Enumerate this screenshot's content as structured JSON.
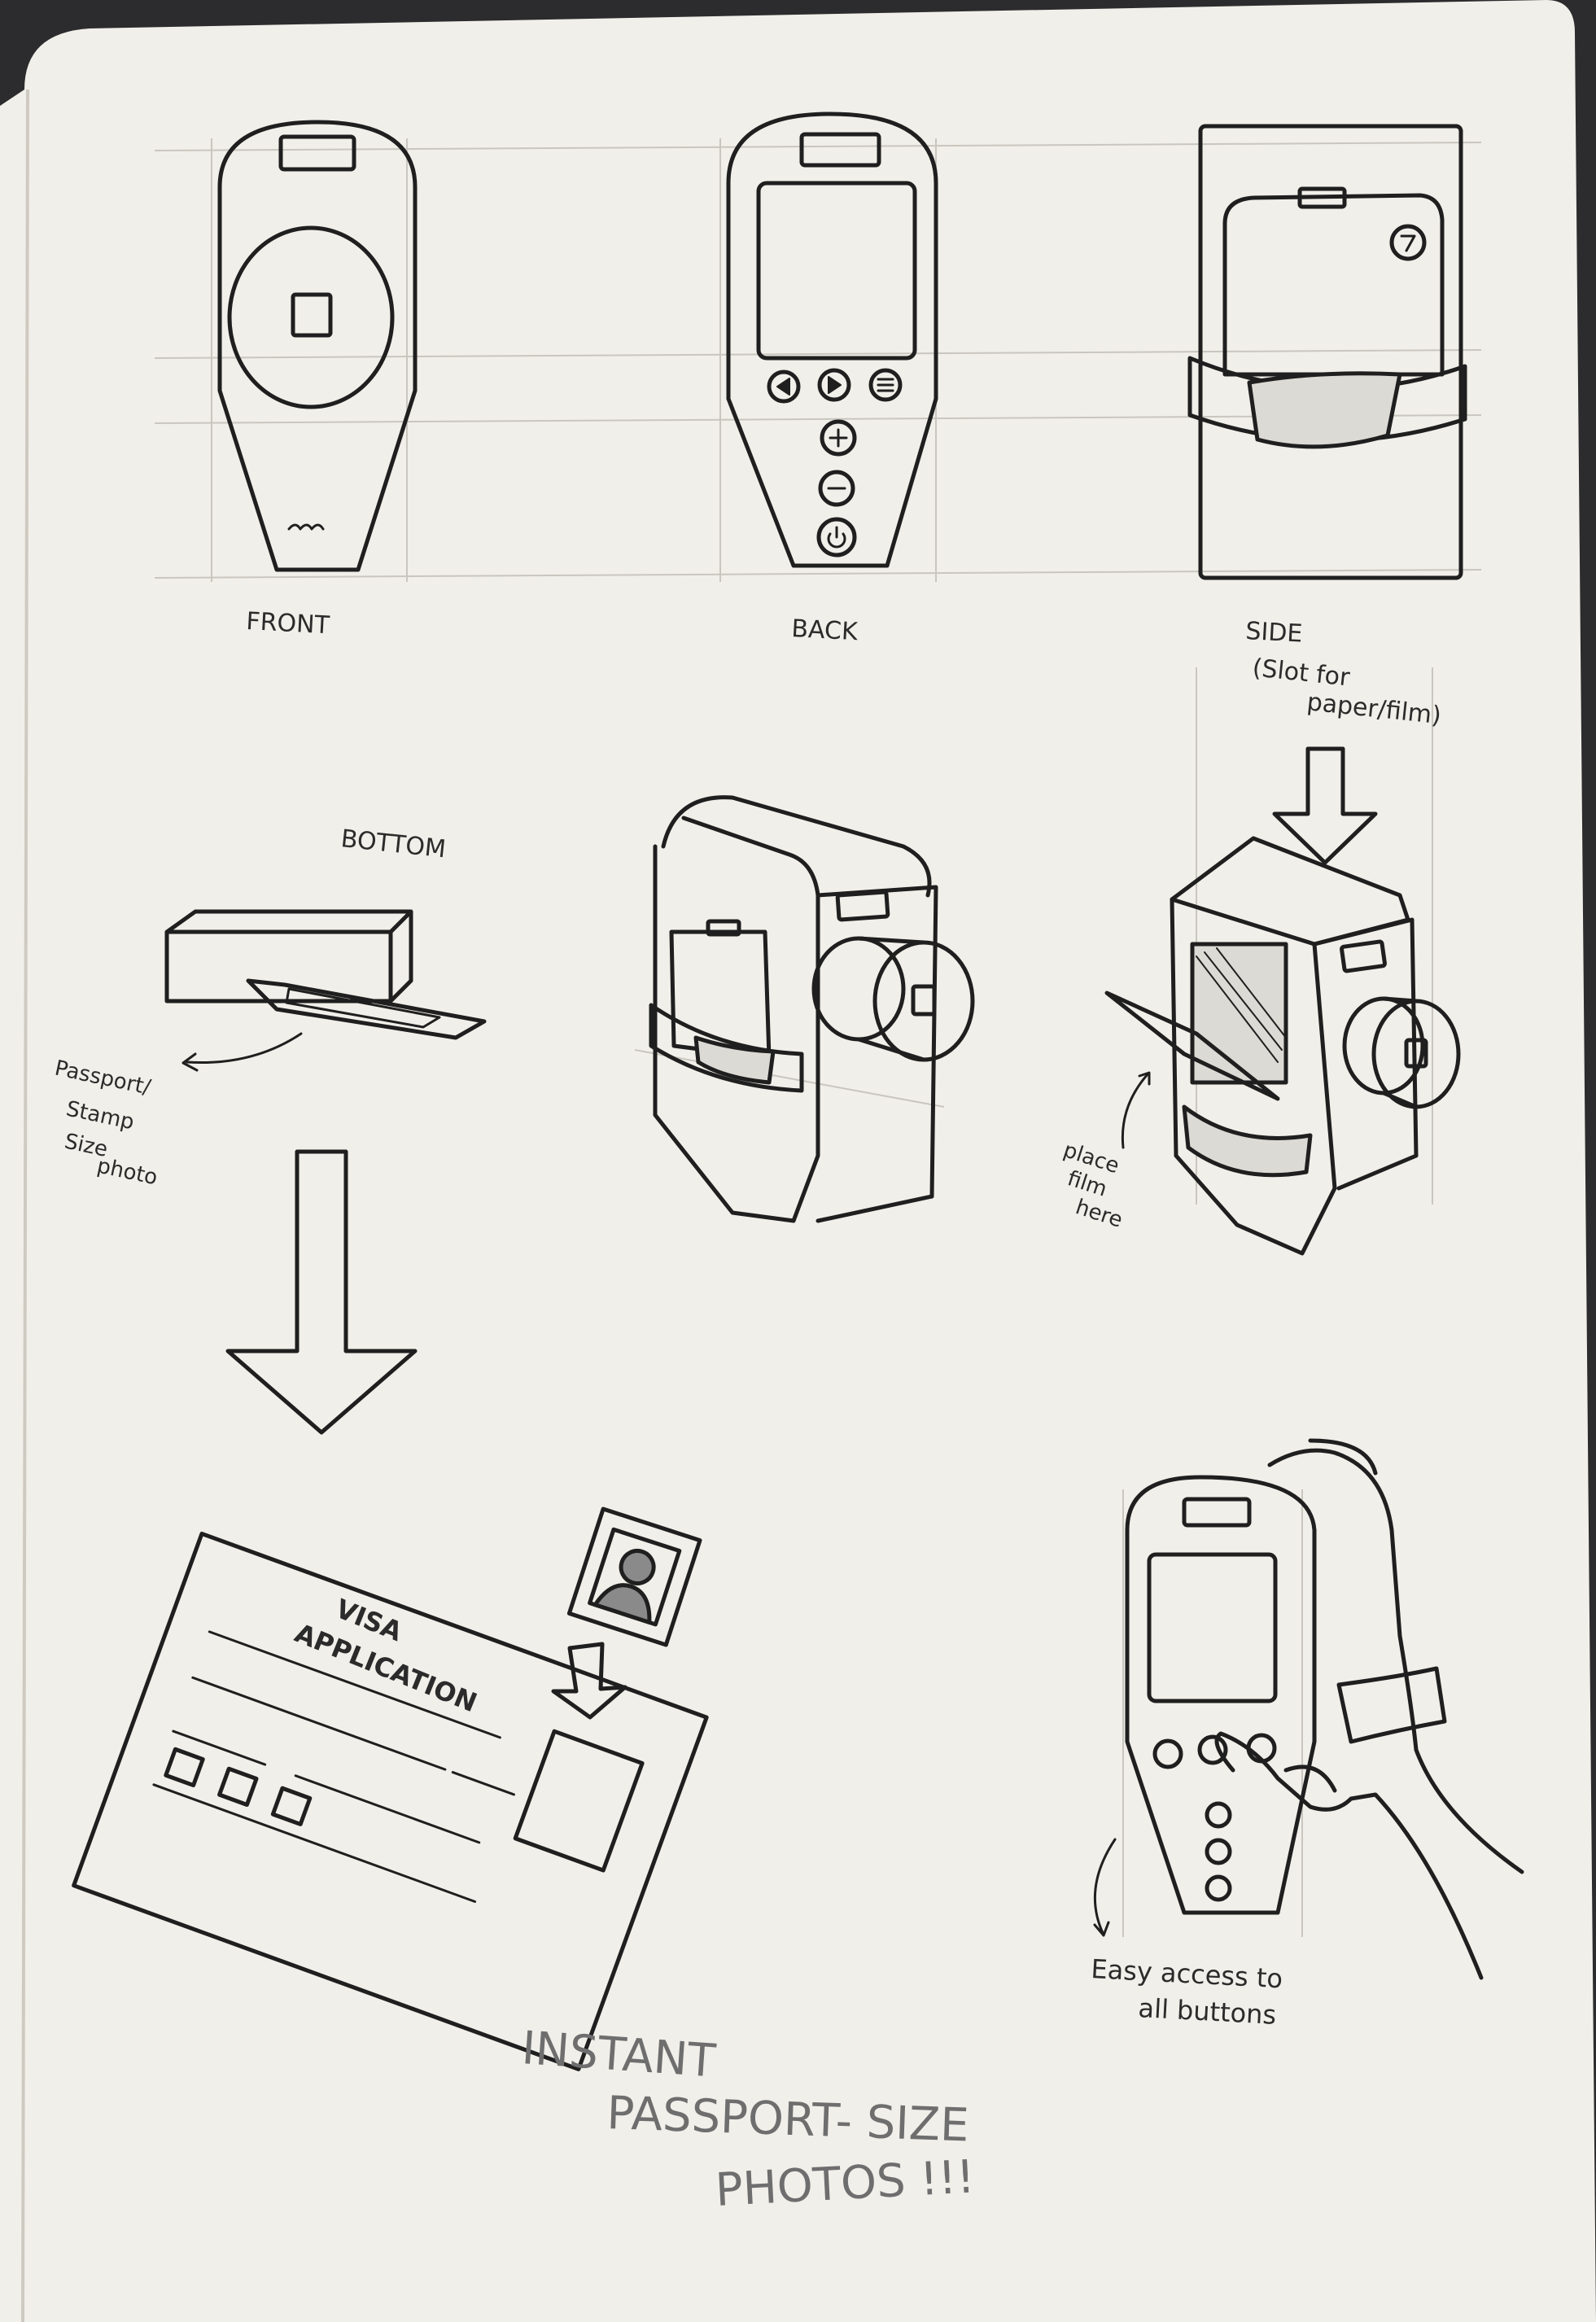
{
  "colors": {
    "paper": "#f1efe9",
    "ink": "#1f1f1f",
    "pencil": "#c9c6bf",
    "background": "#2c2c2e",
    "headline_ink": "#6e6e6e"
  },
  "labels": {
    "front": "FRONT",
    "back": "BACK",
    "side_title": "SIDE",
    "side_note_line1": "(Slot for",
    "side_note_line2": "paper/film)",
    "bottom": "BOTTOM",
    "passport_line1": "Passport/",
    "passport_line2": "Stamp",
    "passport_line3": "Size",
    "passport_line4": "photo",
    "place_line1": "place",
    "place_line2": "film",
    "place_line3": "here",
    "visa_line1": "VISA",
    "visa_line2": "APPLICATION",
    "easy_line1": "Easy access to",
    "easy_line2": "all buttons",
    "headline_line1": "INSTANT",
    "headline_line2": "PASSPORT- SIZE",
    "headline_line3": "PHOTOS !!!"
  },
  "icons": {
    "back_buttons": [
      "play-left-icon",
      "play-right-icon",
      "menu-icon",
      "plus-icon",
      "minus-icon",
      "power-icon"
    ],
    "side_dial": "number-7-dial-icon",
    "arrows": [
      "down-arrow-icon",
      "down-arrow-icon",
      "down-arrow-icon"
    ]
  }
}
